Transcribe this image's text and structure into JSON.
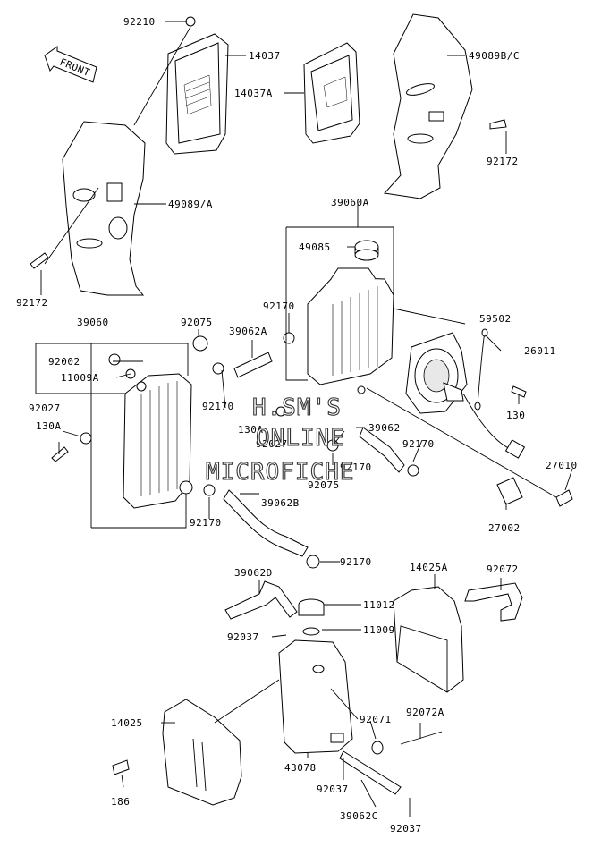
{
  "labels": {
    "l92210": "92210",
    "l14037": "14037",
    "l14037A": "14037A",
    "l49089BC": "49089B/C",
    "l92172a": "92172",
    "l49089A": "49089/A",
    "l39060A": "39060A",
    "l92172b": "92172",
    "l49085": "49085",
    "l92170a": "92170",
    "l39060": "39060",
    "l92075a": "92075",
    "l39062A": "39062A",
    "l59502": "59502",
    "l26011": "26011",
    "l92002": "92002",
    "l11009A": "11009A",
    "l92170b": "92170",
    "l92027a": "92027",
    "l130Aa": "130A",
    "l130Ab": "130A",
    "l92027b": "92027",
    "l130": "130",
    "l39062": "39062",
    "l92170c": "92170",
    "l92170d": "92170",
    "l92075b": "92075",
    "l27010": "27010",
    "l92170e": "92170",
    "l39062B": "39062B",
    "l27002": "27002",
    "l92170f": "92170",
    "l39062D": "39062D",
    "l14025A": "14025A",
    "l92072": "92072",
    "l11012": "11012",
    "l92037a": "92037",
    "l11009": "11009",
    "l14025": "14025",
    "l92071": "92071",
    "l92072A": "92072A",
    "l43078": "43078",
    "l186": "186",
    "l92037b": "92037",
    "l39062C": "39062C",
    "l92037c": "92037"
  },
  "front_arrow": "FRONT",
  "watermark": {
    "line1": "H.SM'S",
    "line2": "ONLINE",
    "line3": "MICROFICHE"
  }
}
